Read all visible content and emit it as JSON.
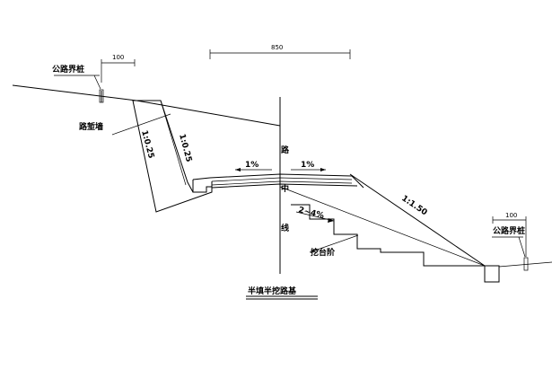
{
  "labels": {
    "boundary_stake_left": "公路界桩",
    "boundary_stake_right": "公路界桩",
    "retaining_wall": "路堑墙",
    "slope_wall_front": "1:0.25",
    "slope_wall_back": "1:0.25",
    "crown_slope_left": "1%",
    "crown_slope_right": "1%",
    "fill_slope": "1:1.50",
    "step_slope": "2~4%",
    "benching": "挖台阶",
    "centerline_1": "路",
    "centerline_2": "中",
    "centerline_3": "线",
    "section_title": "半填半挖路基"
  },
  "dimensions": {
    "top_width": "850",
    "left_stake_offset": "100",
    "right_stake_offset": "100"
  }
}
